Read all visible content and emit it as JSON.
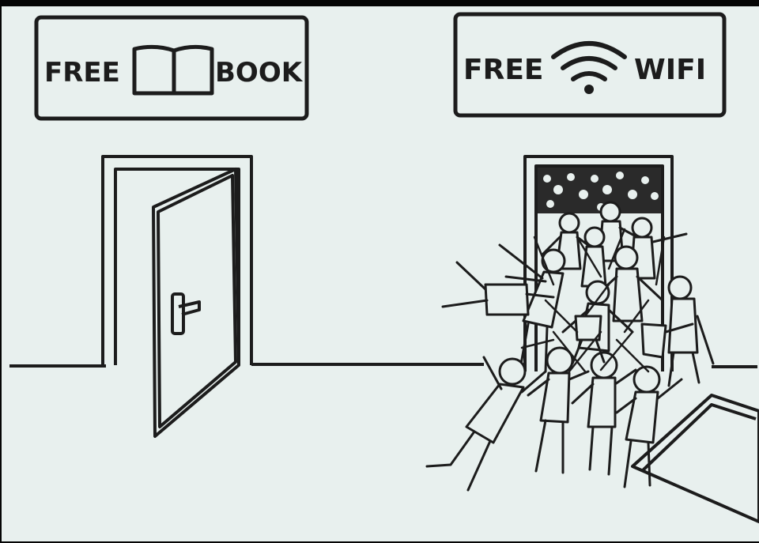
{
  "colors": {
    "paper": "#e8f0ee",
    "ink": "#1c1c1c",
    "frame": "#050505"
  },
  "left_sign": {
    "word_free": "FREE",
    "word_item": "BOOK",
    "icon": "open-book-icon"
  },
  "right_sign": {
    "word_free": "FREE",
    "word_item": "WIFI",
    "icon": "wifi-icon"
  },
  "left_door": {
    "state": "open",
    "people_count": 0
  },
  "right_door": {
    "state": "open",
    "crowd": "people-rushing-out"
  }
}
